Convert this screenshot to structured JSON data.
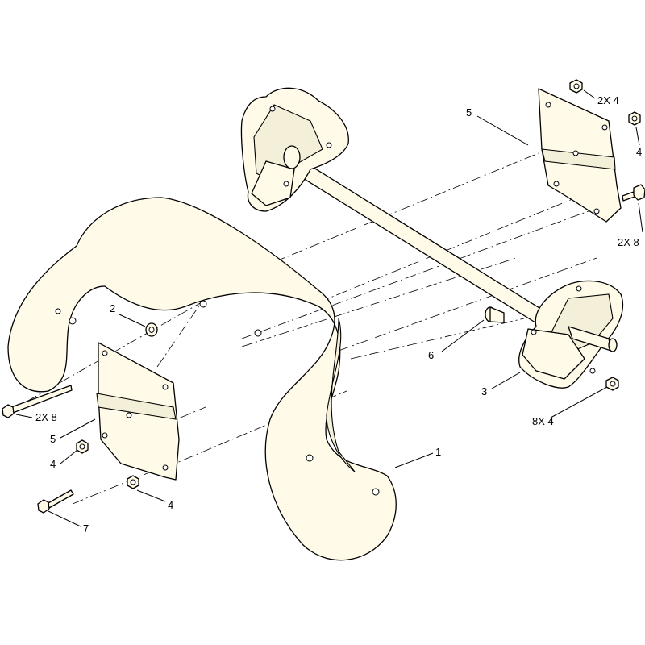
{
  "callouts": [
    {
      "id": "c-2x4-top",
      "text": "2X  4"
    },
    {
      "id": "c-5-top",
      "text": "5"
    },
    {
      "id": "c-4-right",
      "text": "4"
    },
    {
      "id": "c-2x8-right",
      "text": "2X  8"
    },
    {
      "id": "c-2",
      "text": "2"
    },
    {
      "id": "c-6",
      "text": "6"
    },
    {
      "id": "c-3",
      "text": "3"
    },
    {
      "id": "c-8x4",
      "text": "8X  4"
    },
    {
      "id": "c-2x8-left",
      "text": "2X  8"
    },
    {
      "id": "c-5-left",
      "text": "5"
    },
    {
      "id": "c-4-left",
      "text": "4"
    },
    {
      "id": "c-4-bottom",
      "text": "4"
    },
    {
      "id": "c-1",
      "text": "1"
    },
    {
      "id": "c-7",
      "text": "7"
    }
  ]
}
